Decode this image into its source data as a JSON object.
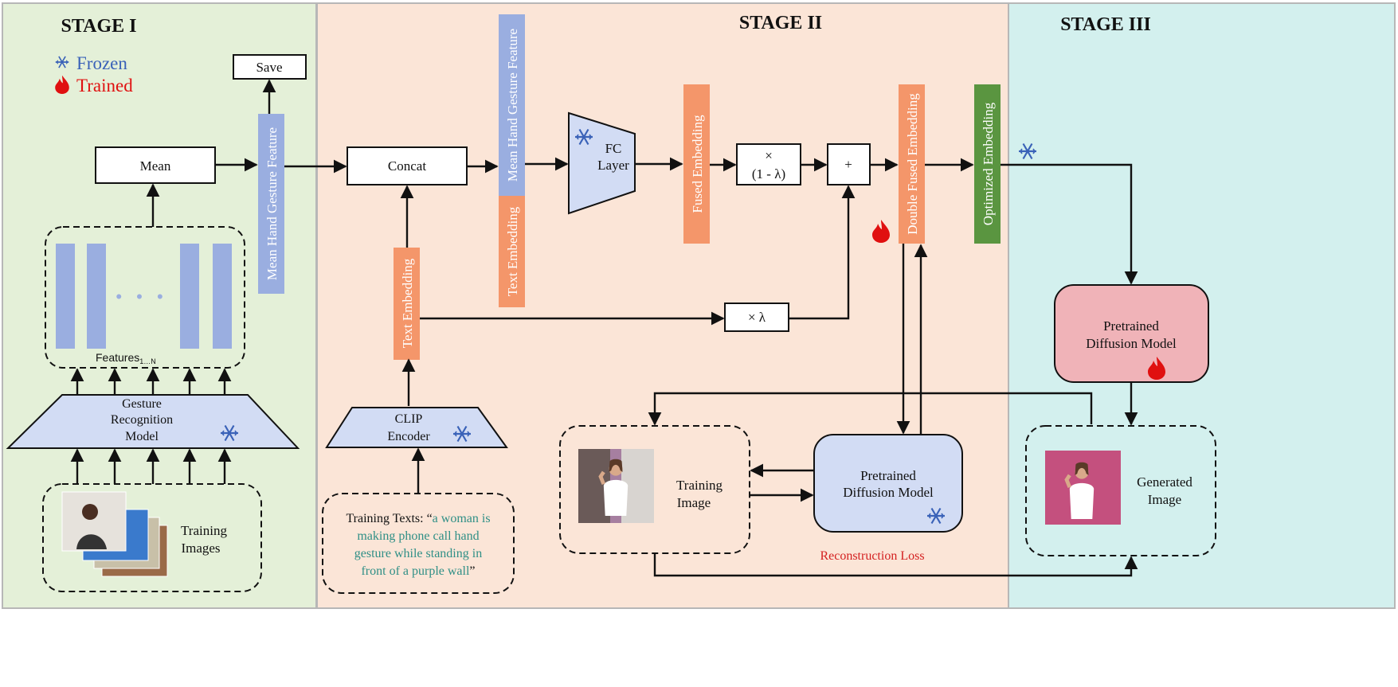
{
  "stages": {
    "stage1": "STAGE I",
    "stage2": "STAGE II",
    "stage3": "STAGE III"
  },
  "legend": {
    "frozen": "Frozen",
    "trained": "Trained",
    "frozen_icon": "snowflake-icon",
    "trained_icon": "flame-icon"
  },
  "stage1": {
    "save": "Save",
    "mean": "Mean",
    "mean_feature": "Mean Hand Gesture Feature",
    "features_label": "Features",
    "features_sub": "1…N",
    "ellipsis": "• • •",
    "model_line1": "Gesture",
    "model_line2": "Recognition",
    "model_line3": "Model",
    "images_line1": "Training",
    "images_line2": "Images"
  },
  "stage2": {
    "concat": "Concat",
    "mean_feature": "Mean Hand Gesture Feature",
    "text_embedding_top": "Text Embedding",
    "fc_line1": "FC",
    "fc_line2": "Layer",
    "fused_embedding": "Fused Embedding",
    "mult_one_minus_sym": "×",
    "mult_one_minus_val": "(1 - λ)",
    "plus": "+",
    "double_fused": "Double Fused Embedding",
    "text_embedding_clip": "Text Embedding",
    "mult_lambda": "× λ",
    "clip_line1": "CLIP",
    "clip_line2": "Encoder",
    "texts_prefix": "Training Texts: “",
    "texts_line1_quote": "a woman is",
    "texts_line2": "making phone call hand",
    "texts_line3": "gesture while standing in",
    "texts_line4": "front of a purple wall",
    "texts_suffix": "”",
    "training_image_line1": "Training",
    "training_image_line2": "Image",
    "diffusion_line1": "Pretrained",
    "diffusion_line2": "Diffusion Model",
    "reconstruction_loss": "Reconstruction Loss"
  },
  "stage3": {
    "optimized_embedding": "Optimized Embedding",
    "diffusion_line1": "Pretrained",
    "diffusion_line2": "Diffusion Model",
    "generated_line1": "Generated",
    "generated_line2": "Image"
  },
  "colors": {
    "stage1_bg": "#e4f0d8",
    "stage2_bg": "#fbe5d7",
    "stage3_bg": "#d3f0ee",
    "feature_blue": "#9aaee0",
    "embedding_orange": "#f4966a",
    "optimized_green": "#5a9540",
    "frozen_blue": "#3a62b8",
    "trained_red": "#e01010",
    "text_teal": "#2f8f86",
    "loss_red": "#d42020"
  }
}
